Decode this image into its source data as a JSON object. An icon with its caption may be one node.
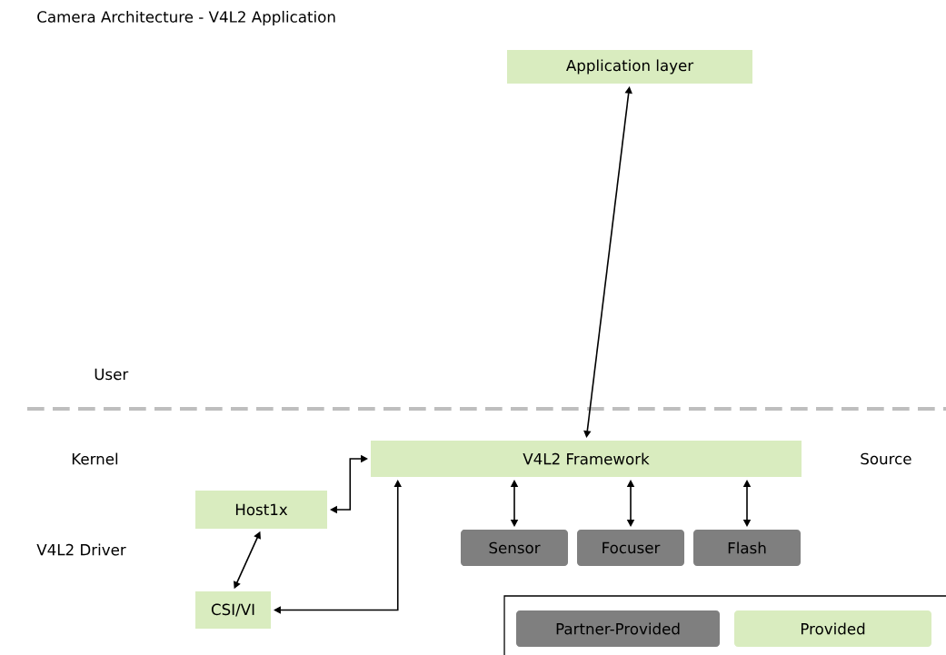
{
  "diagram": {
    "title": "Camera Architecture - V4L2 Application",
    "nodes": [
      {
        "text": [
          "Application layer"
        ]
      },
      {
        "text": [
          "V4L2 Framework"
        ]
      },
      {
        "text": [
          "Host1x"
        ]
      },
      {
        "text": [
          "Sensor"
        ]
      },
      {
        "text": [
          "Focuser"
        ]
      },
      {
        "text": [
          "Flash"
        ]
      },
      {
        "text": [
          "CSI/VI"
        ]
      }
    ],
    "edges": [
      {
        "from": 0,
        "to": 1,
        "arrow": "both"
      },
      {
        "from": 2,
        "to": 1,
        "arrow": "both"
      },
      {
        "from": 1,
        "to": 3,
        "arrow": "both"
      },
      {
        "from": 1,
        "to": 4,
        "arrow": "both"
      },
      {
        "from": 1,
        "to": 5,
        "arrow": "both"
      },
      {
        "from": 2,
        "to": 6,
        "arrow": "both"
      },
      {
        "from": 6,
        "to": 1,
        "arrow": "both"
      }
    ],
    "labels": [
      "User",
      "Kernel",
      "Source",
      "V4L2 Driver"
    ],
    "legend": [
      {
        "text": "Partner-Provided",
        "color": "#7f7f7f"
      },
      {
        "text": "Provided",
        "color": "#d9ecbf"
      }
    ]
  }
}
